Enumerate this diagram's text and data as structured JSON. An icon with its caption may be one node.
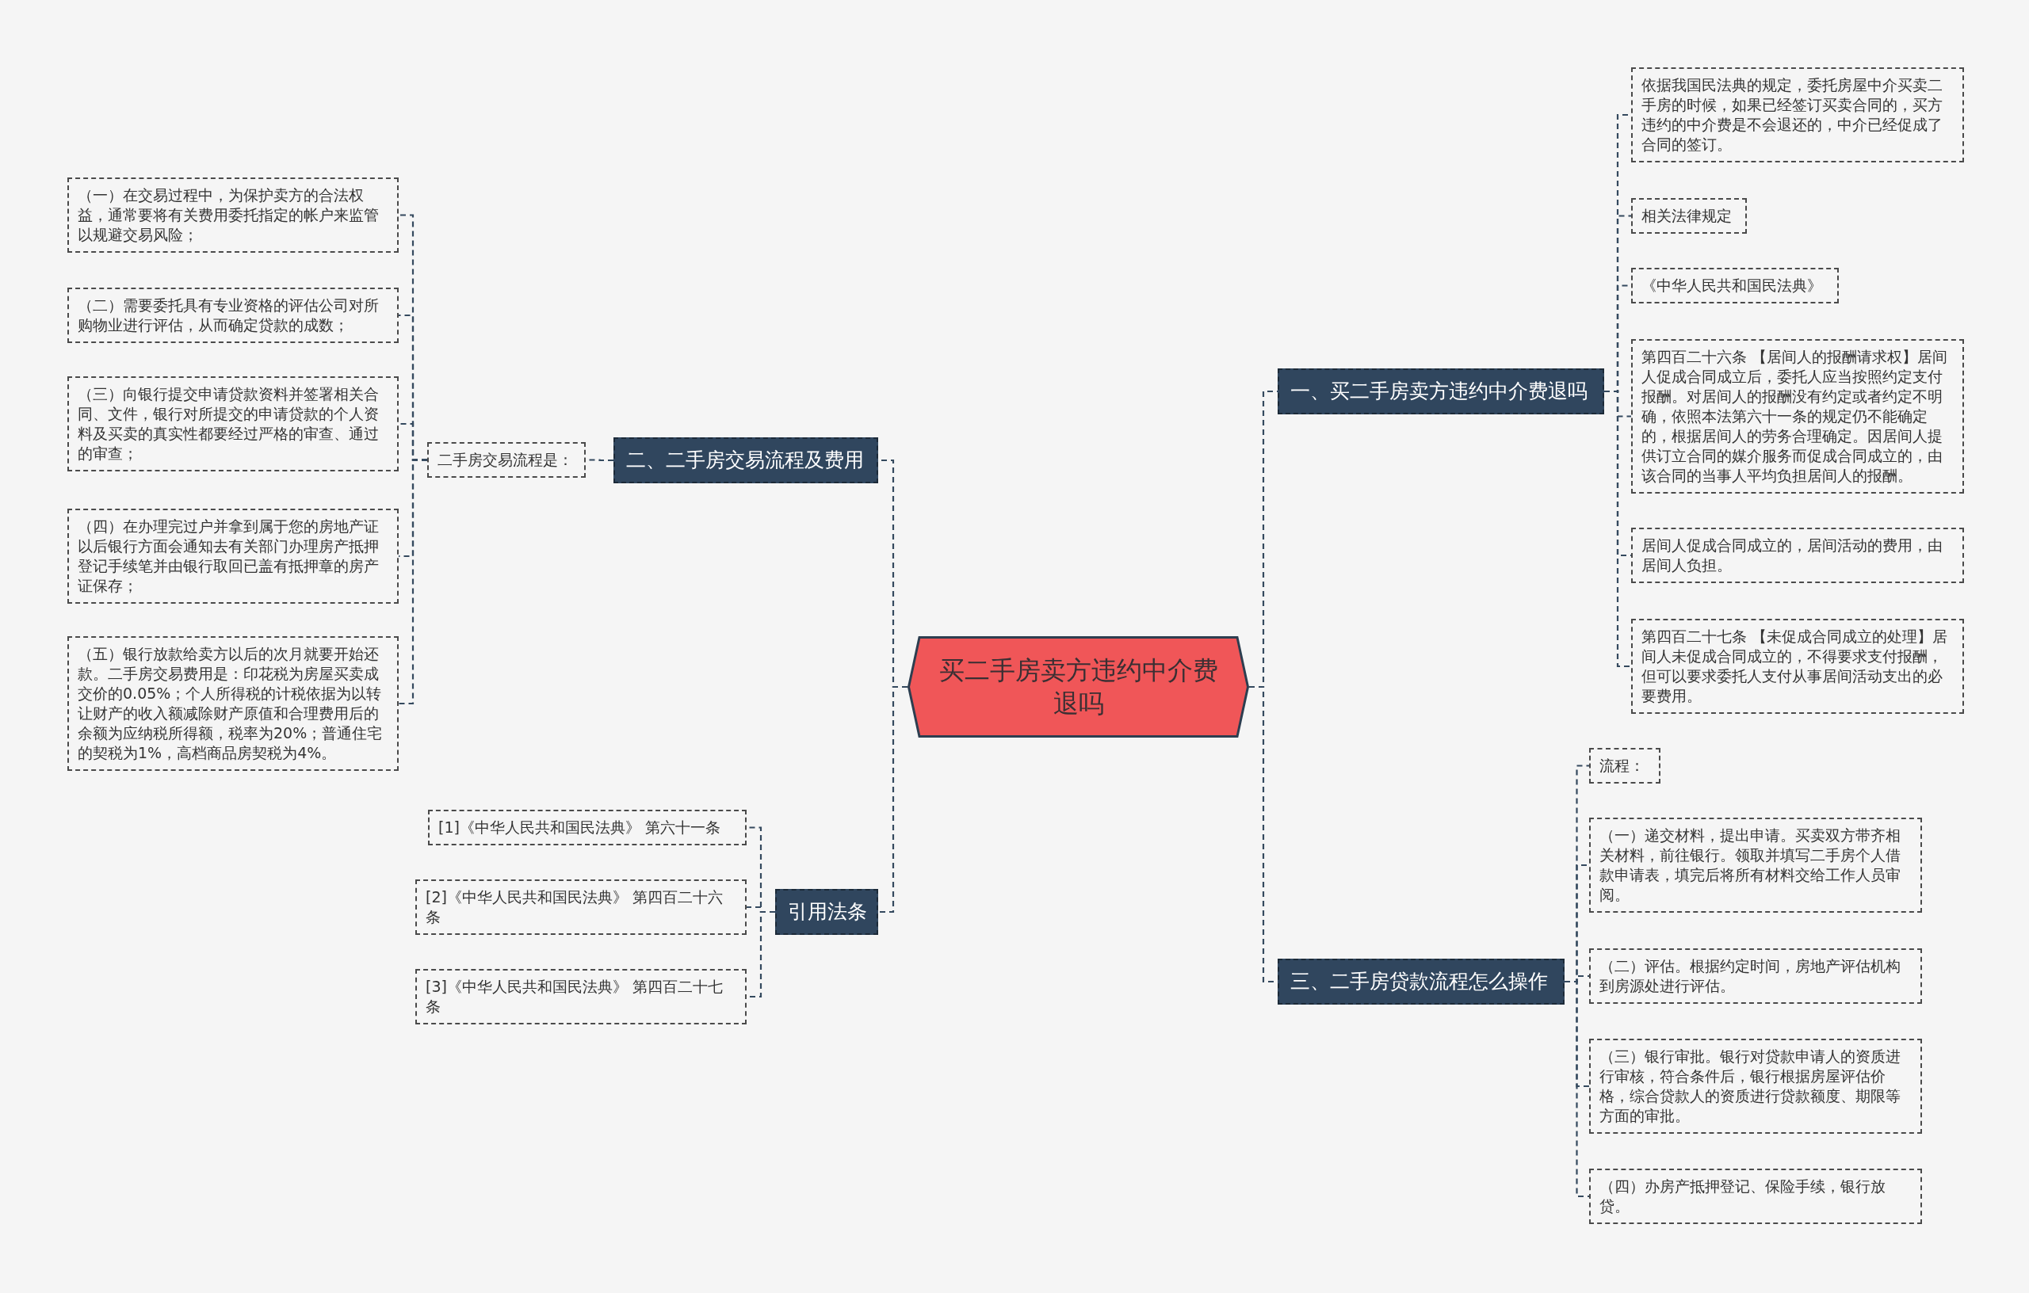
{
  "diagram": {
    "nodes": [
      {
        "text": [
          "买二手房卖方违约中介费退吗"
        ]
      },
      {
        "text": [
          "一、买二手房卖方违约中介费退吗"
        ]
      },
      {
        "text": [
          "依据我国民法典的规定，委托房屋中介买卖二手房的时候，如果已经签订买卖合同的，买方违约的中介费是不会退还的，中介已经促成了合同的签订。"
        ]
      },
      {
        "text": [
          "相关法律规定"
        ]
      },
      {
        "text": [
          "《中华人民共和国民法典》"
        ]
      },
      {
        "text": [
          "第四百二十六条 【居间人的报酬请求权】居间人促成合同成立后，委托人应当按照约定支付报酬。对居间人的报酬没有约定或者约定不明确，依照本法第六十一条的规定仍不能确定的，根据居间人的劳务合理确定。因居间人提供订立合同的媒介服务而促成合同成立的，由该合同的当事人平均负担居间人的报酬。"
        ]
      },
      {
        "text": [
          "居间人促成合同成立的，居间活动的费用，由居间人负担。"
        ]
      },
      {
        "text": [
          "第四百二十七条 【未促成合同成立的处理】居间人未促成合同成立的，不得要求支付报酬，但可以要求委托人支付从事居间活动支出的必要费用。"
        ]
      },
      {
        "text": [
          "二、二手房交易流程及费用"
        ]
      },
      {
        "text": [
          "二手房交易流程是："
        ]
      },
      {
        "text": [
          "（一）在交易过程中，为保护卖方的合法权益，通常要将有关费用委托指定的帐户来监管以规避交易风险；"
        ]
      },
      {
        "text": [
          "（二）需要委托具有专业资格的评估公司对所购物业进行评估，从而确定贷款的成数；"
        ]
      },
      {
        "text": [
          "（三）向银行提交申请贷款资料并签署相关合同、文件，银行对所提交的申请贷款的个人资料及买卖的真实性都要经过严格的审查、通过的审查；"
        ]
      },
      {
        "text": [
          "（四）在办理完过户并拿到属于您的房地产证以后银行方面会通知去有关部门办理房产抵押登记手续笔并由银行取回已盖有抵押章的房产证保存；"
        ]
      },
      {
        "text": [
          "（五）银行放款给卖方以后的次月就要开始还款。二手房交易费用是：印花税为房屋买卖成交价的0.05%；个人所得税的计税依据为以转让财产的收入额减除财产原值和合理费用后的余额为应纳税所得额，税率为20%；普通住宅的契税为1%，高档商品房契税为4%。"
        ]
      },
      {
        "text": [
          "引用法条"
        ]
      },
      {
        "text": [
          "[1]《中华人民共和国民法典》 第六十一条"
        ]
      },
      {
        "text": [
          "[2]《中华人民共和国民法典》 第四百二十六条"
        ]
      },
      {
        "text": [
          "[3]《中华人民共和国民法典》 第四百二十七条"
        ]
      },
      {
        "text": [
          "三、二手房贷款流程怎么操作"
        ]
      },
      {
        "text": [
          "流程："
        ]
      },
      {
        "text": [
          "（一）递交材料，提出申请。买卖双方带齐相关材料，前往银行。领取并填写二手房个人借款申请表，填完后将所有材料交给工作人员审阅。"
        ]
      },
      {
        "text": [
          "（二）评估。根据约定时间，房地产评估机构到房源处进行评估。"
        ]
      },
      {
        "text": [
          "（三）银行审批。银行对贷款申请人的资质进行审核，符合条件后，银行根据房屋评估价格，综合贷款人的资质进行贷款额度、期限等方面的审批。"
        ]
      },
      {
        "text": [
          "（四）办房产抵押登记、保险手续，银行放贷。"
        ]
      }
    ],
    "edges": [
      {
        "from": 0,
        "to": 1,
        "arrow": "none",
        "style": "dashed"
      },
      {
        "from": 1,
        "to": 2,
        "arrow": "none",
        "style": "dashed"
      },
      {
        "from": 1,
        "to": 3,
        "arrow": "none",
        "style": "dashed"
      },
      {
        "from": 1,
        "to": 4,
        "arrow": "none",
        "style": "dashed"
      },
      {
        "from": 1,
        "to": 5,
        "arrow": "none",
        "style": "dashed"
      },
      {
        "from": 1,
        "to": 6,
        "arrow": "none",
        "style": "dashed"
      },
      {
        "from": 1,
        "to": 7,
        "arrow": "none",
        "style": "dashed"
      },
      {
        "from": 0,
        "to": 8,
        "arrow": "none",
        "style": "dashed"
      },
      {
        "from": 8,
        "to": 9,
        "arrow": "none",
        "style": "dashed"
      },
      {
        "from": 9,
        "to": 10,
        "arrow": "none",
        "style": "dashed"
      },
      {
        "from": 9,
        "to": 11,
        "arrow": "none",
        "style": "dashed"
      },
      {
        "from": 9,
        "to": 12,
        "arrow": "none",
        "style": "dashed"
      },
      {
        "from": 9,
        "to": 13,
        "arrow": "none",
        "style": "dashed"
      },
      {
        "from": 9,
        "to": 14,
        "arrow": "none",
        "style": "dashed"
      },
      {
        "from": 0,
        "to": 15,
        "arrow": "none",
        "style": "dashed"
      },
      {
        "from": 15,
        "to": 16,
        "arrow": "none",
        "style": "dashed"
      },
      {
        "from": 15,
        "to": 17,
        "arrow": "none",
        "style": "dashed"
      },
      {
        "from": 15,
        "to": 18,
        "arrow": "none",
        "style": "dashed"
      },
      {
        "from": 0,
        "to": 19,
        "arrow": "none",
        "style": "dashed"
      },
      {
        "from": 19,
        "to": 20,
        "arrow": "none",
        "style": "dashed"
      },
      {
        "from": 19,
        "to": 21,
        "arrow": "none",
        "style": "dashed"
      },
      {
        "from": 19,
        "to": 22,
        "arrow": "none",
        "style": "dashed"
      },
      {
        "from": 19,
        "to": 23,
        "arrow": "none",
        "style": "dashed"
      },
      {
        "from": 19,
        "to": 24,
        "arrow": "none",
        "style": "dashed"
      }
    ]
  }
}
